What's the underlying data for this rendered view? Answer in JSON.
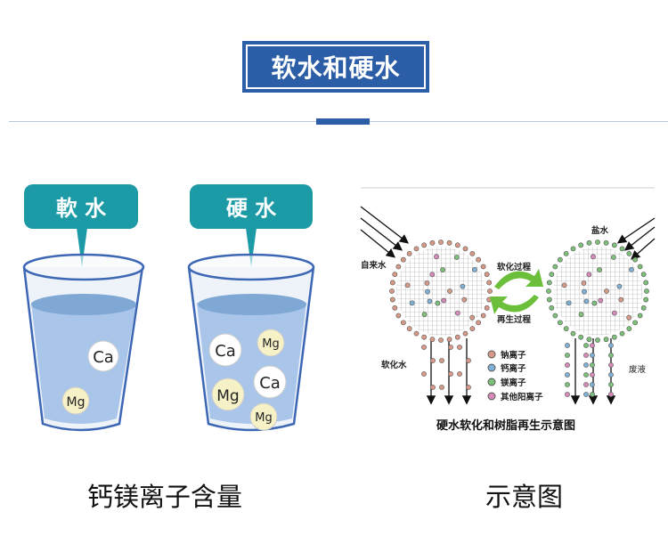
{
  "header": {
    "title": "软水和硬水"
  },
  "left_panel": {
    "soft_label": "軟 水",
    "hard_label": "硬 水",
    "soft_ions": [
      "Ca",
      "Mg"
    ],
    "hard_ions": [
      "Ca",
      "Mg",
      "Ca",
      "Mg",
      "Mg"
    ],
    "caption": "钙镁离子含量"
  },
  "right_panel": {
    "tap_water": "自来水",
    "brine": "盐水",
    "softening": "软化过程",
    "regeneration": "再生过程",
    "softened_water": "软化水",
    "waste_liquid": "废液",
    "legend": [
      {
        "label": "钠离子",
        "color": "#d89a88"
      },
      {
        "label": "钙离子",
        "color": "#7fb1d6"
      },
      {
        "label": "镁离子",
        "color": "#7cc07a"
      },
      {
        "label": "其他阳离子",
        "color": "#d58ab8"
      }
    ],
    "diagram_title": "硬水软化和树脂再生示意图",
    "caption": "示意图"
  },
  "colors": {
    "accent": "#2b5ea7",
    "teal": "#1c9ba6",
    "water": "#a9c6ea"
  }
}
